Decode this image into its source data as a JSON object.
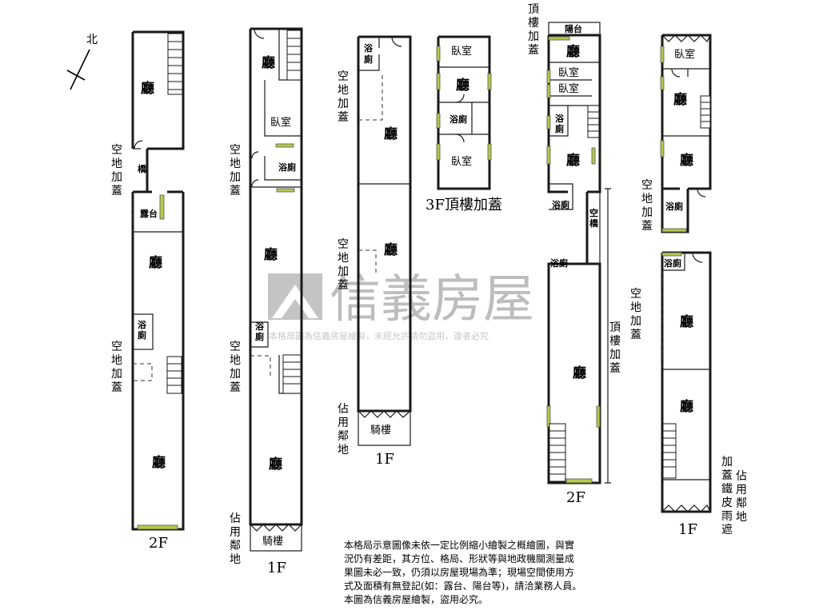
{
  "compass": {
    "label": "北"
  },
  "rooms": {
    "ting": "廳",
    "woshi": "臥室",
    "yuce": "浴廁",
    "yuce_split": [
      "浴",
      "廁"
    ],
    "lutai": "露台",
    "qiao": "橋",
    "kong_qiao": [
      "空",
      "橋"
    ],
    "qilou": "騎樓",
    "yangtai": "陽台"
  },
  "labels": {
    "kongdi_jiagai": [
      "空",
      "地",
      "加",
      "蓋"
    ],
    "zhanyong_lindi": [
      "佔",
      "用",
      "鄰",
      "地"
    ],
    "dinglou_jiagai": [
      "頂",
      "樓",
      "加",
      "蓋"
    ],
    "jiagai_tiepi_yupeng": [
      "加",
      "蓋",
      "鐵",
      "皮",
      "雨",
      "遮"
    ]
  },
  "floors": {
    "f1": "1F",
    "f2": "2F",
    "f3_roof": "3F頂樓加蓋"
  },
  "watermark": {
    "brand": "信義房屋",
    "sub": "本格局圖為信義房屋繪製，未經允許請勿盜用，違者必究"
  },
  "notice": [
    "本格局示意圖像未依一定比例縮小繪製之概繪圖，與實",
    "況仍有差距，其方位、格局、形狀等與地政機關測量成",
    "果圖未必一致，仍須以房屋現場為準；現場空間使用方",
    "式及面積有無登記(如：露台、陽台等)，請洽業務人員。",
    "本圖為信義房屋繪製，盜用必究。"
  ]
}
